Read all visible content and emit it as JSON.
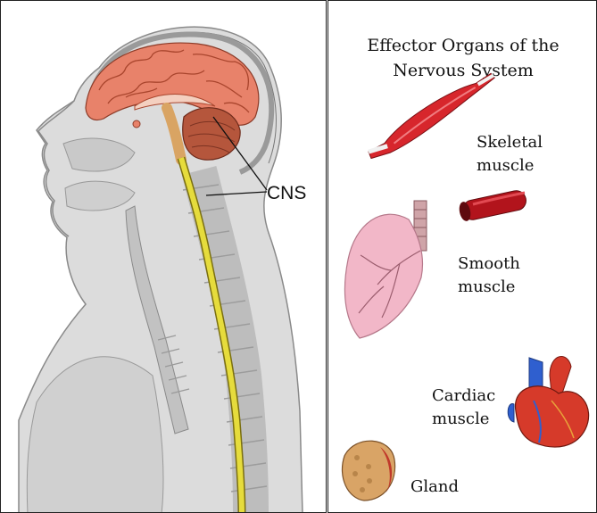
{
  "diagram": {
    "cns_label": "CNS",
    "title": {
      "line1": "Effector Organs of the",
      "line2": "Nervous System"
    },
    "labels": {
      "skeletal": {
        "line1": "Skeletal",
        "line2": "muscle"
      },
      "smooth": {
        "line1": "Smooth",
        "line2": "muscle"
      },
      "cardiac": {
        "line1": "Cardiac",
        "line2": "muscle"
      },
      "gland": "Gland"
    },
    "colors": {
      "brain": "#e8826a",
      "cerebellum": "#b5563c",
      "spinal_cord": "#e6dc3c",
      "skeletal_muscle": "#d7262c",
      "smooth_muscle": "#b2141c",
      "lung": "#f2b7c8",
      "heart_red": "#d63a2a",
      "heart_blue": "#2f5fcf",
      "gland": "#d9a466"
    }
  }
}
